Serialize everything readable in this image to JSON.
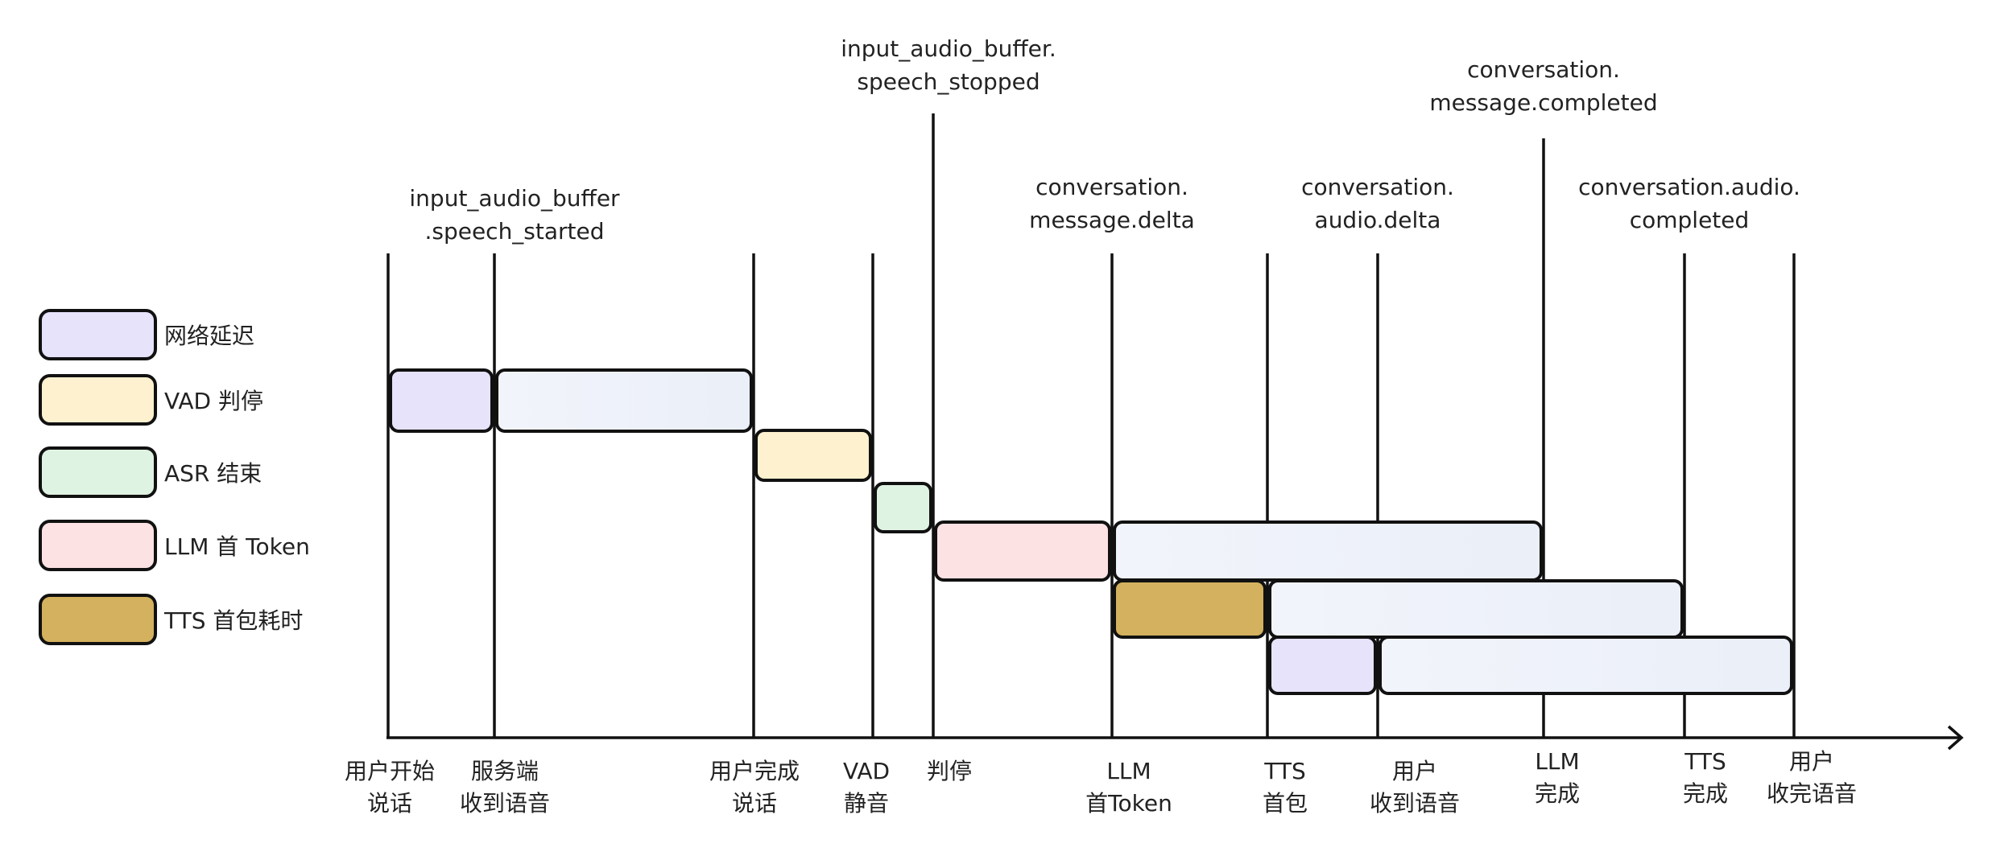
{
  "colors": {
    "network_delay": "#e6e3fb",
    "vad": "#fdf1cf",
    "asr": "#dff3e3",
    "llm": "#fde2e3",
    "tts": "#d4b15e",
    "continuation": "#eef2f9",
    "stroke": "#111111"
  },
  "legend": [
    {
      "label": "网络延迟",
      "color_key": "network_delay"
    },
    {
      "label": "VAD 判停",
      "color_key": "vad"
    },
    {
      "label": "ASR 结束",
      "color_key": "asr"
    },
    {
      "label": "LLM 首 Token",
      "color_key": "llm"
    },
    {
      "label": "TTS 首包耗时",
      "color_key": "tts"
    }
  ],
  "events": [
    {
      "id": "user_start",
      "bottom": [
        "用户开始",
        "说话"
      ],
      "top": []
    },
    {
      "id": "server_recv",
      "bottom": [
        "服务端",
        "收到语音"
      ],
      "top": [
        "input_audio_buffer",
        ".speech_started"
      ]
    },
    {
      "id": "user_done",
      "bottom": [
        "用户完成",
        "说话"
      ],
      "top": []
    },
    {
      "id": "vad_silence",
      "bottom": [
        "VAD",
        "静音"
      ],
      "top": []
    },
    {
      "id": "judge_stop",
      "bottom": [
        "判停"
      ],
      "top": [
        "input_audio_buffer.",
        "speech_stopped"
      ]
    },
    {
      "id": "llm_first",
      "bottom": [
        "LLM",
        "首Token"
      ],
      "top": [
        "conversation.",
        "message.delta"
      ]
    },
    {
      "id": "tts_first",
      "bottom": [
        "TTS",
        "首包"
      ],
      "top": []
    },
    {
      "id": "user_hear",
      "bottom": [
        "用户",
        "收到语音"
      ],
      "top": [
        "conversation.",
        "audio.delta"
      ]
    },
    {
      "id": "llm_done",
      "bottom": [
        "LLM",
        "完成"
      ],
      "top": [
        "conversation.",
        "message.completed"
      ]
    },
    {
      "id": "tts_done",
      "bottom": [
        "TTS",
        "完成"
      ],
      "top": [
        "conversation.audio.",
        "completed"
      ]
    },
    {
      "id": "user_heard_all",
      "bottom": [
        "用户",
        "收完语音"
      ],
      "top": []
    }
  ],
  "bars": [
    {
      "name": "network-delay-upload",
      "from": "user_start",
      "to": "server_recv",
      "row": 0,
      "color_key": "network_delay"
    },
    {
      "name": "speech-upload-continuation",
      "from": "server_recv",
      "to": "user_done",
      "row": 0,
      "color_key": "continuation"
    },
    {
      "name": "vad-judge-stop",
      "from": "user_done",
      "to": "vad_silence",
      "row": 1,
      "color_key": "vad"
    },
    {
      "name": "asr-finish",
      "from": "vad_silence",
      "to": "judge_stop",
      "row": 2,
      "color_key": "asr"
    },
    {
      "name": "llm-first-token",
      "from": "judge_stop",
      "to": "llm_first",
      "row": 3,
      "color_key": "llm"
    },
    {
      "name": "llm-generation-continuation",
      "from": "llm_first",
      "to": "llm_done",
      "row": 3,
      "color_key": "continuation"
    },
    {
      "name": "tts-first-packet",
      "from": "llm_first",
      "to": "tts_first",
      "row": 4,
      "color_key": "tts"
    },
    {
      "name": "tts-synthesis-continuation",
      "from": "tts_first",
      "to": "tts_done",
      "row": 4,
      "color_key": "continuation"
    },
    {
      "name": "network-delay-download",
      "from": "tts_first",
      "to": "user_hear",
      "row": 5,
      "color_key": "network_delay"
    },
    {
      "name": "audio-playback-continuation",
      "from": "user_hear",
      "to": "user_heard_all",
      "row": 5,
      "color_key": "continuation"
    }
  ]
}
